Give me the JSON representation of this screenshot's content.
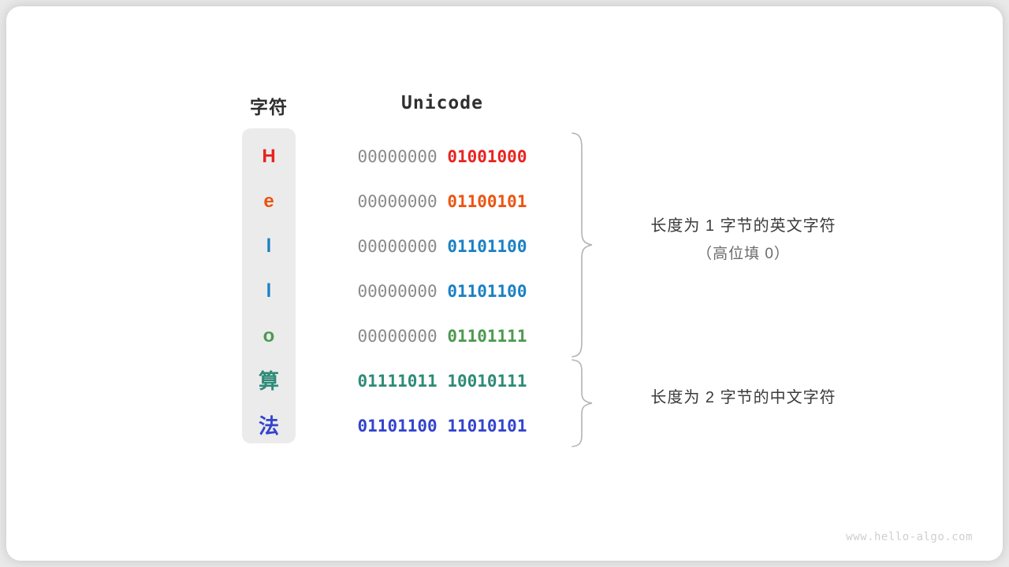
{
  "headers": {
    "character": "字符",
    "encoding": "Unicode"
  },
  "rows": [
    {
      "char": "H",
      "char_color": "#E8231F",
      "high_byte": "00000000",
      "low_byte": "01001000",
      "high_is_padding": true,
      "group": "ascii"
    },
    {
      "char": "e",
      "char_color": "#EC5413",
      "high_byte": "00000000",
      "low_byte": "01100101",
      "high_is_padding": true,
      "group": "ascii"
    },
    {
      "char": "l",
      "char_color": "#1A80C4",
      "high_byte": "00000000",
      "low_byte": "01101100",
      "high_is_padding": true,
      "group": "ascii"
    },
    {
      "char": "l",
      "char_color": "#1A80C4",
      "high_byte": "00000000",
      "low_byte": "01101100",
      "high_is_padding": true,
      "group": "ascii"
    },
    {
      "char": "o",
      "char_color": "#4C9A50",
      "high_byte": "00000000",
      "low_byte": "01101111",
      "high_is_padding": true,
      "group": "ascii"
    },
    {
      "char": "算",
      "char_color": "#2E8B77",
      "high_byte": "01111011",
      "low_byte": "10010111",
      "high_is_padding": false,
      "group": "cjk"
    },
    {
      "char": "法",
      "char_color": "#3344CC",
      "high_byte": "01101100",
      "low_byte": "11010101",
      "high_is_padding": false,
      "group": "cjk"
    }
  ],
  "groups": {
    "ascii": {
      "line1": "长度为 1 字节的英文字符",
      "line2": "（高位填 0）"
    },
    "cjk": {
      "line1": "长度为 2 字节的中文字符",
      "line2": ""
    }
  },
  "palette": {
    "padding_gray": "#8a8a8a",
    "column_background": "#ebebeb",
    "brace_stroke": "#b3b3b3",
    "header_text": "#2f2f2f",
    "label_text": "#3a3a3a",
    "sublabel_text": "#6b6b6b",
    "card_background": "#ffffff",
    "page_background": "#e9e9e9"
  },
  "watermark": "www.hello-algo.com"
}
